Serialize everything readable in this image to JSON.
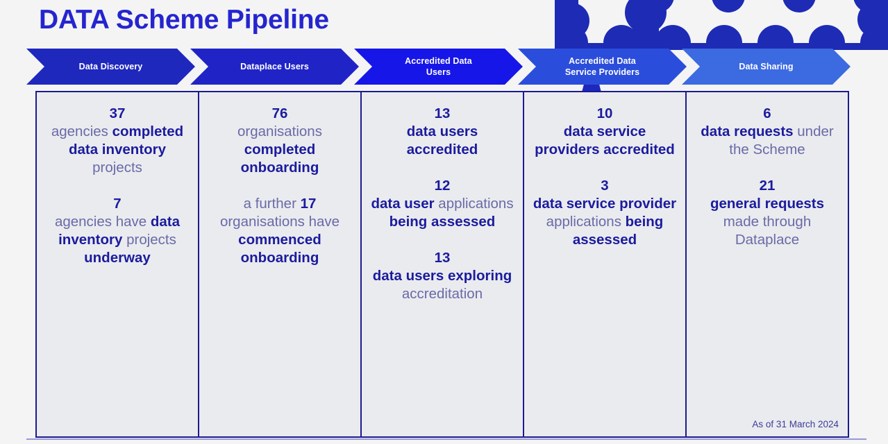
{
  "page": {
    "title": "DATA Scheme Pipeline",
    "background_color": "#f4f4f4",
    "accent_color": "#2525cf",
    "panel_border_color": "#1b1b8f",
    "panel_fill_color": "#eaebee"
  },
  "decor": {
    "blob_pattern_color": "#1d2bb5",
    "blob_pattern_name": "scalloped-blob-pattern"
  },
  "stages": [
    {
      "label": "Data Discovery",
      "color": "#1e28bd"
    },
    {
      "label": "Dataplace Users",
      "color": "#2024c6"
    },
    {
      "label": "Accredited Data\nUsers",
      "color": "#1616e8",
      "line1": "Accredited Data",
      "line2": "Users"
    },
    {
      "label": "Accredited Data\nService Providers",
      "color": "#2b4ddb",
      "line1": "Accredited Data",
      "line2": "Service Providers"
    },
    {
      "label": "Data Sharing",
      "color": "#3c6ae0"
    }
  ],
  "columns": [
    {
      "name": "data-discovery",
      "blocks": [
        {
          "number": "37",
          "parts": [
            {
              "text": "agencies",
              "bold": false
            },
            {
              "text": "completed data inventory",
              "bold": true
            },
            {
              "text": "projects",
              "bold": false
            }
          ],
          "plain": "37 agencies completed data inventory projects"
        },
        {
          "number": "7",
          "parts": [
            {
              "text": "agencies have",
              "bold": false
            },
            {
              "text": "data inventory",
              "bold": true
            },
            {
              "text": "projects",
              "bold": false
            },
            {
              "text": "underway",
              "bold": true
            }
          ],
          "plain": "7 agencies have data inventory projects underway"
        }
      ]
    },
    {
      "name": "dataplace-users",
      "blocks": [
        {
          "number": "76",
          "parts": [
            {
              "text": "organisations",
              "bold": false
            },
            {
              "text": "completed onboarding",
              "bold": true
            }
          ],
          "plain": "76 organisations completed onboarding"
        },
        {
          "number": "",
          "parts": [
            {
              "text": "a further",
              "bold": false
            },
            {
              "text": "17",
              "bold": true
            },
            {
              "text": "organisations have",
              "bold": false
            },
            {
              "text": "commenced onboarding",
              "bold": true
            }
          ],
          "plain": "a further 17 organisations have commenced onboarding"
        }
      ]
    },
    {
      "name": "accredited-data-users",
      "blocks": [
        {
          "number": "13",
          "parts": [
            {
              "text": "data users accredited",
              "bold": true
            }
          ],
          "plain": "13 data users accredited"
        },
        {
          "number": "12",
          "parts": [
            {
              "text": "data user",
              "bold": true
            },
            {
              "text": "applications",
              "bold": false
            },
            {
              "text": "being assessed",
              "bold": true
            }
          ],
          "plain": "12 data user applications being assessed"
        },
        {
          "number": "13",
          "parts": [
            {
              "text": "data users exploring",
              "bold": true
            },
            {
              "text": "accreditation",
              "bold": false
            }
          ],
          "plain": "13 data users exploring accreditation"
        }
      ]
    },
    {
      "name": "accredited-data-service-providers",
      "blocks": [
        {
          "number": "10",
          "parts": [
            {
              "text": "data service providers accredited",
              "bold": true
            }
          ],
          "plain": "10 data service providers accredited"
        },
        {
          "number": "3",
          "parts": [
            {
              "text": "data service provider",
              "bold": true
            },
            {
              "text": "applications",
              "bold": false
            },
            {
              "text": "being assessed",
              "bold": true
            }
          ],
          "plain": "3 data service provider applications being assessed"
        }
      ]
    },
    {
      "name": "data-sharing",
      "blocks": [
        {
          "number": "6",
          "parts": [
            {
              "text": "data requests",
              "bold": true
            },
            {
              "text": "under the Scheme",
              "bold": false
            }
          ],
          "plain": "6 data requests under the Scheme"
        },
        {
          "number": "21",
          "parts": [
            {
              "text": "general requests",
              "bold": true
            },
            {
              "text": "made through Dataplace",
              "bold": false
            }
          ],
          "plain": "21 general requests made through Dataplace"
        }
      ],
      "as_of": "As of 31 March 2024"
    }
  ]
}
